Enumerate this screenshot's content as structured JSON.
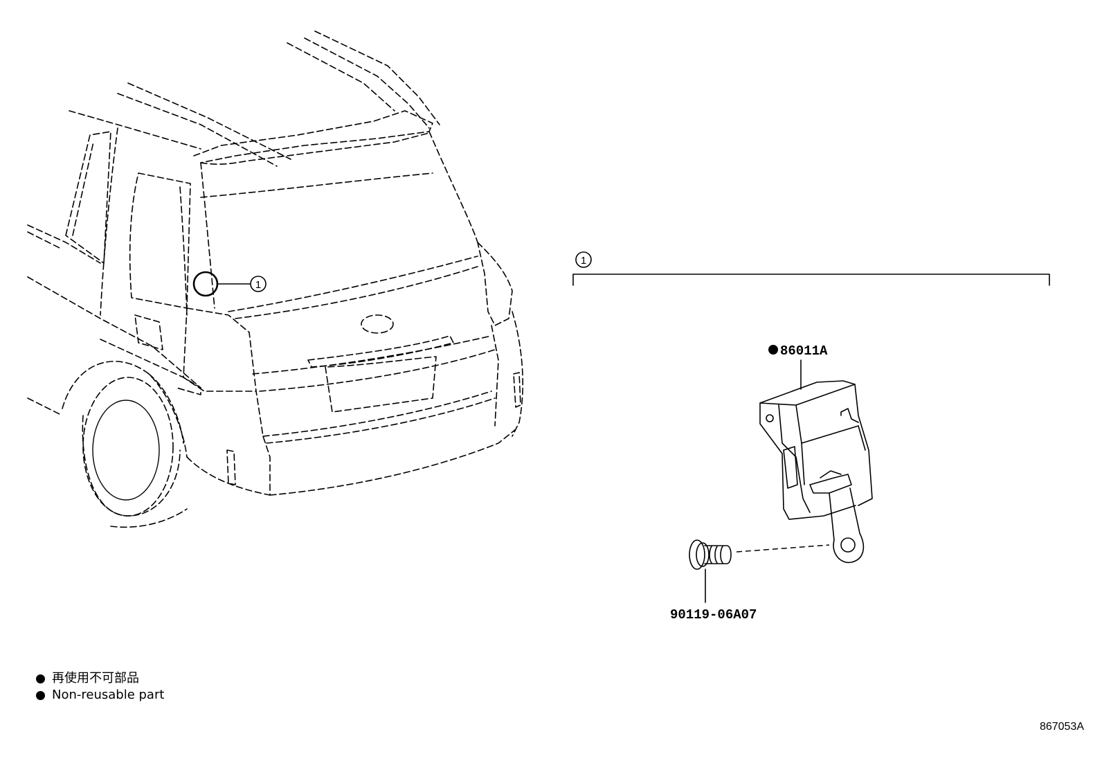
{
  "callout": {
    "number": "1"
  },
  "parts": {
    "module": "86011A",
    "bolt": "90119-06A07"
  },
  "legend": {
    "items": [
      {
        "text": "再使用不可部品"
      },
      {
        "text": "Non-reusable part"
      }
    ]
  },
  "diagram_code": "867053A"
}
